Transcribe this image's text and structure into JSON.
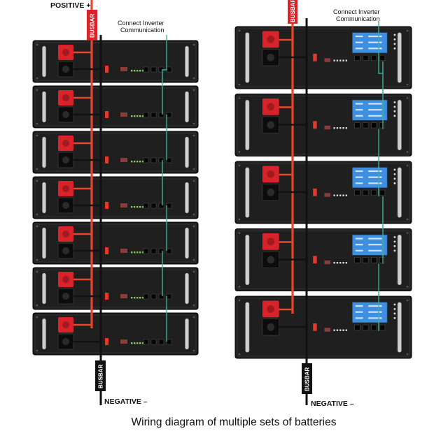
{
  "left_set": {
    "positive_label": "POSITIVE +",
    "negative_label": "NEGATIVE –",
    "busbar_top_label": "BUSBAR",
    "busbar_bottom_label": "BUSBAR",
    "comm_label_line1": "Connect Inverter",
    "comm_label_line2": "Communication",
    "battery_count": 7
  },
  "right_set": {
    "negative_label": "NEGATIVE –",
    "busbar_top_label": "BUSBAR",
    "busbar_bottom_label": "BUSBAR",
    "comm_label_line1": "Connect Inverter",
    "comm_label_line2": "Communication",
    "battery_count": 5
  },
  "caption": "Wiring diagram of multiple sets of batteries",
  "colors": {
    "battery_body": "#1f1f1f",
    "positive_terminal": "#d8232a",
    "positive_cable": "#e8452c",
    "negative_cable": "#111111",
    "comm_cable": "#3fae9a",
    "lcd_screen": "#3f8fe0"
  }
}
